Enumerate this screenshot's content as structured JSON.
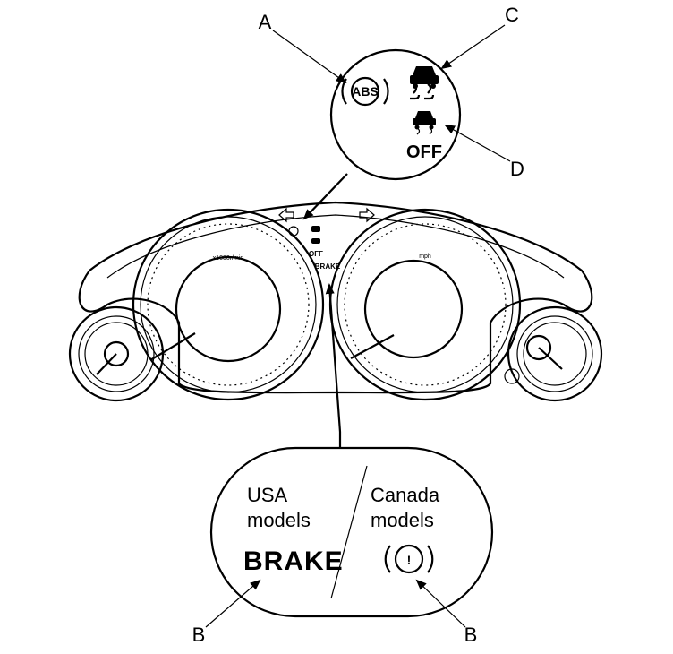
{
  "callouts": {
    "a": "A",
    "b_left": "B",
    "b_right": "B",
    "c": "C",
    "d": "D"
  },
  "inset_top": {
    "abs_label": "ABS",
    "off_label": "OFF"
  },
  "cluster": {
    "tach_unit": "x1000r/min",
    "speed_unit": "mph",
    "mini_off": "OFF",
    "mini_brake": "BRAKE"
  },
  "inset_bottom": {
    "usa_line1": "USA",
    "usa_line2": "models",
    "canada_line1": "Canada",
    "canada_line2": "models",
    "brake_label": "BRAKE",
    "exclaim": "!"
  }
}
